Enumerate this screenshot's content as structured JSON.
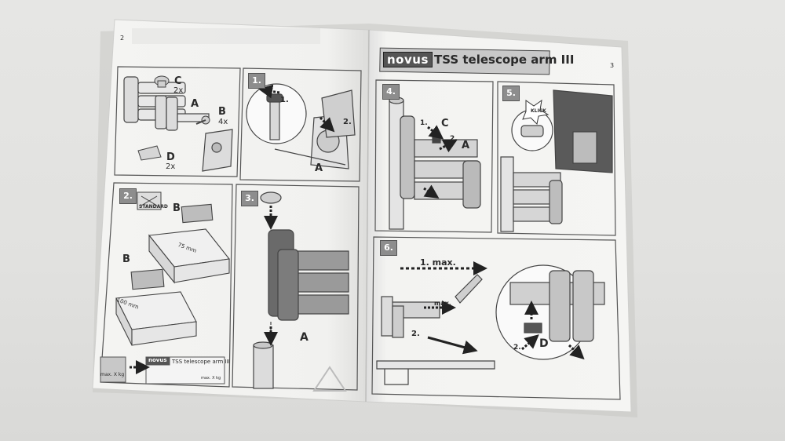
{
  "manual": {
    "left_page_number": "2",
    "right_page_number": "3",
    "brand": "novus",
    "product_title": "TSS telescope arm III",
    "parts": {
      "c": "C",
      "c_qty": "2x",
      "a": "A",
      "b": "B",
      "b_qty": "4x",
      "d": "D",
      "d_qty": "2x"
    },
    "steps": [
      "1.",
      "2.",
      "3.",
      "4.",
      "5.",
      "6."
    ],
    "step1": {
      "arrow1": "1.",
      "arrow2": "2.",
      "part": "A"
    },
    "step2": {
      "badge": "STANDARD",
      "b_top": "B",
      "b_bottom": "B",
      "dim_small": "75 mm",
      "dim_large": "100 mm"
    },
    "step3": {
      "part": "A"
    },
    "step4": {
      "c": "C",
      "arrow1": "1.",
      "arrow2": "2.",
      "a": "A"
    },
    "step5": {
      "click": "KLICK"
    },
    "step6": {
      "max_top": "1. max.",
      "max_small": "max.",
      "arrow2": "2.",
      "d_arrow": "2.",
      "d": "D"
    },
    "footer": {
      "max_weight": "max. X kg",
      "mini_brand": "novus",
      "mini_title": "TSS telescope arm III",
      "mini_max": "max. X kg"
    }
  }
}
